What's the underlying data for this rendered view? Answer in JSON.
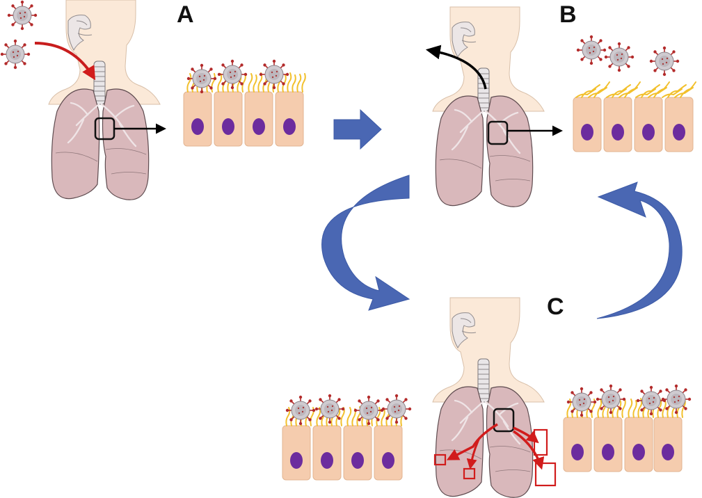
{
  "panels": {
    "a": {
      "label": "A"
    },
    "b": {
      "label": "B"
    },
    "c": {
      "label": "C"
    }
  },
  "colors": {
    "skin": "#fbe9d8",
    "lung": "#d9b8bb",
    "lung_outline": "#5e4b4f",
    "cell": "#f5ccae",
    "nucleus": "#6c2c9e",
    "cilia": "#f2c02c",
    "virus": "#c7c4c8",
    "virus_spike": "#b32b2b",
    "flow_arrow": "#3c5aa6",
    "infection_arrow": "#d11c1c",
    "pointer_arrow": "#000000"
  },
  "icons": {
    "virus": "virus-icon",
    "human": "human-torso-icon",
    "lungs": "lungs-icon",
    "epithelium": "ciliated-epithelium-icon"
  }
}
